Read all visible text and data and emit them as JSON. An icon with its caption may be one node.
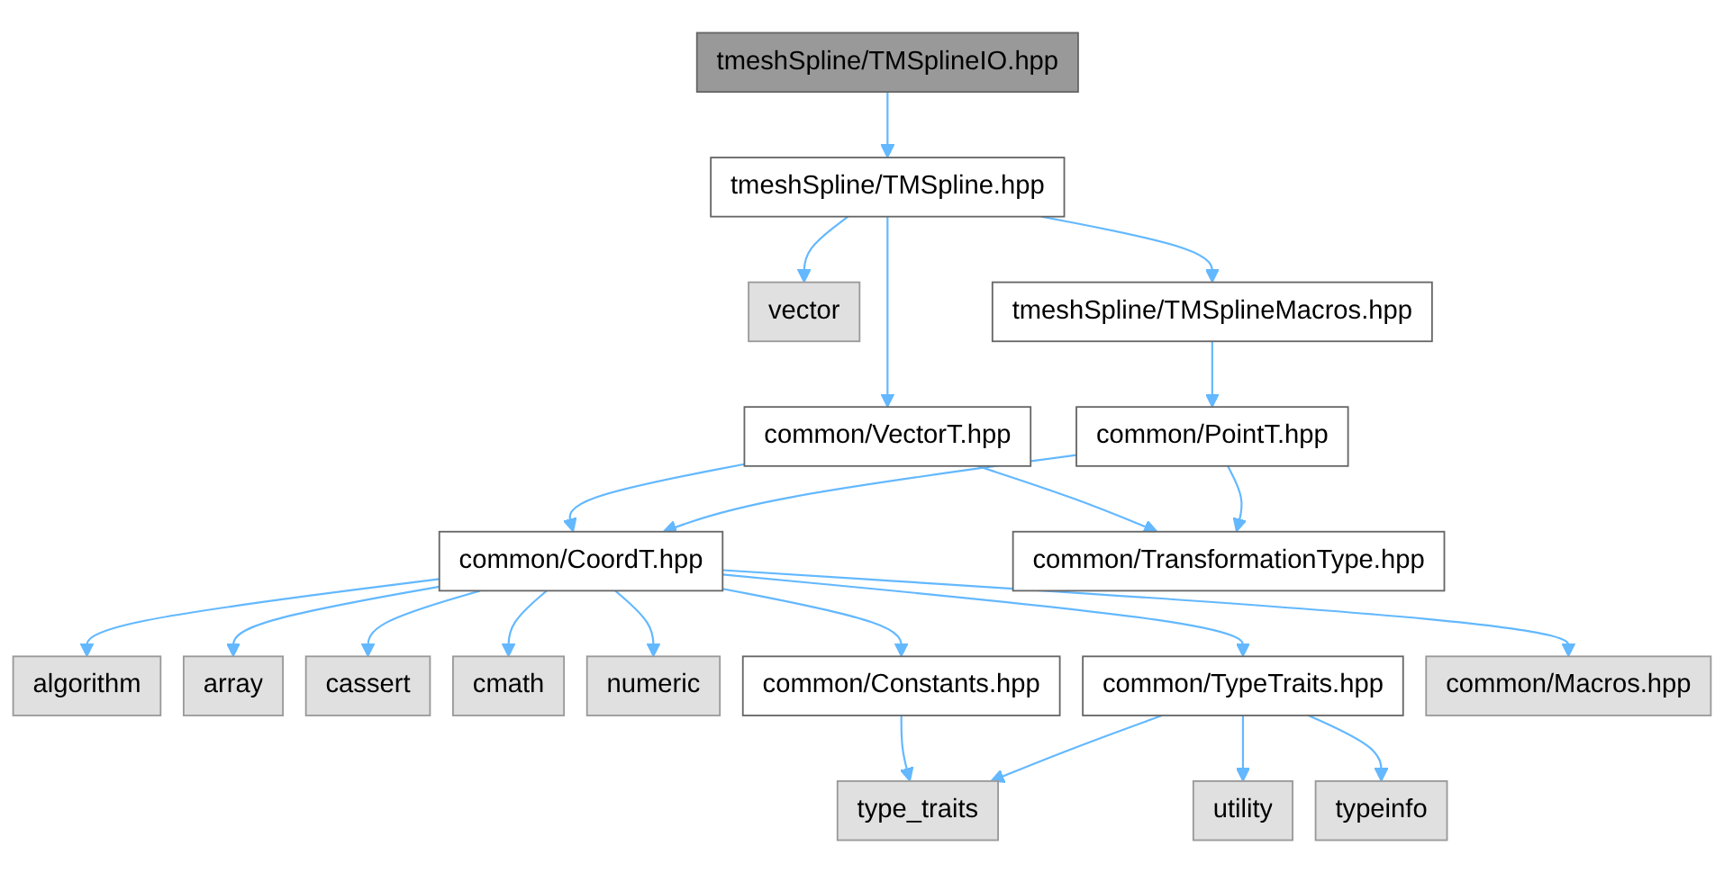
{
  "diagram": {
    "nodes": [
      {
        "text": [
          "tmeshSpline/TMSplineIO.hpp"
        ]
      },
      {
        "text": [
          "tmeshSpline/TMSpline.hpp"
        ]
      },
      {
        "text": [
          "vector"
        ]
      },
      {
        "text": [
          "tmeshSpline/TMSplineMacros.hpp"
        ]
      },
      {
        "text": [
          "common/VectorT.hpp"
        ]
      },
      {
        "text": [
          "common/PointT.hpp"
        ]
      },
      {
        "text": [
          "common/CoordT.hpp"
        ]
      },
      {
        "text": [
          "common/TransformationType.hpp"
        ]
      },
      {
        "text": [
          "algorithm"
        ]
      },
      {
        "text": [
          "array"
        ]
      },
      {
        "text": [
          "cassert"
        ]
      },
      {
        "text": [
          "cmath"
        ]
      },
      {
        "text": [
          "numeric"
        ]
      },
      {
        "text": [
          "common/Constants.hpp"
        ]
      },
      {
        "text": [
          "common/TypeTraits.hpp"
        ]
      },
      {
        "text": [
          "common/Macros.hpp"
        ]
      },
      {
        "text": [
          "type_traits"
        ]
      },
      {
        "text": [
          "utility"
        ]
      },
      {
        "text": [
          "typeinfo"
        ]
      }
    ],
    "edges": [
      {
        "from": 0,
        "to": 1,
        "arrow": "to"
      },
      {
        "from": 1,
        "to": 2,
        "arrow": "to"
      },
      {
        "from": 1,
        "to": 4,
        "arrow": "to"
      },
      {
        "from": 1,
        "to": 3,
        "arrow": "to"
      },
      {
        "from": 3,
        "to": 5,
        "arrow": "to"
      },
      {
        "from": 4,
        "to": 6,
        "arrow": "to"
      },
      {
        "from": 4,
        "to": 7,
        "arrow": "to"
      },
      {
        "from": 5,
        "to": 6,
        "arrow": "to"
      },
      {
        "from": 5,
        "to": 7,
        "arrow": "to"
      },
      {
        "from": 6,
        "to": 8,
        "arrow": "to"
      },
      {
        "from": 6,
        "to": 9,
        "arrow": "to"
      },
      {
        "from": 6,
        "to": 10,
        "arrow": "to"
      },
      {
        "from": 6,
        "to": 11,
        "arrow": "to"
      },
      {
        "from": 6,
        "to": 12,
        "arrow": "to"
      },
      {
        "from": 6,
        "to": 13,
        "arrow": "to"
      },
      {
        "from": 6,
        "to": 14,
        "arrow": "to"
      },
      {
        "from": 6,
        "to": 15,
        "arrow": "to"
      },
      {
        "from": 13,
        "to": 16,
        "arrow": "to"
      },
      {
        "from": 14,
        "to": 16,
        "arrow": "to"
      },
      {
        "from": 14,
        "to": 17,
        "arrow": "to"
      },
      {
        "from": 14,
        "to": 18,
        "arrow": "to"
      }
    ]
  }
}
